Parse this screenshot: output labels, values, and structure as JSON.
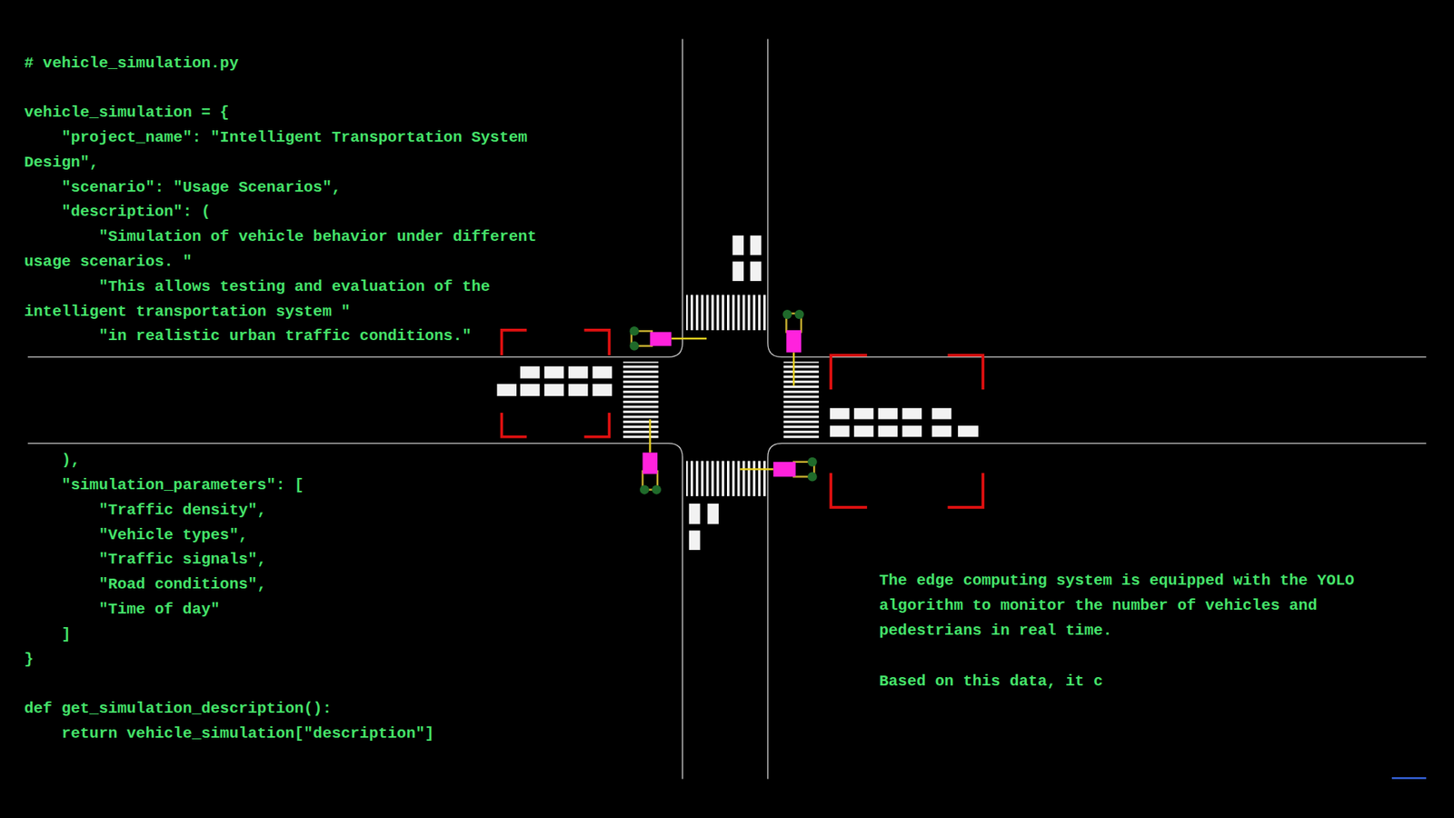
{
  "diagram": {
    "labels": [
      "# vehicle_simulation.py",
      "vehicle_simulation = {",
      "\"project_name\": \"Intelligent Transportation System Design\",",
      "\"scenario\": \"Usage Scenarios\",",
      "\"description\": (",
      "\"Simulation of vehicle behavior under different usage scenarios. \"",
      "\"This allows testing and evaluation of the intelligent transportation system \"",
      "\"in realistic urban traffic conditions.\"",
      "),",
      "\"simulation_parameters\": [",
      "\"Traffic density\",",
      "\"Vehicle types\",",
      "\"Traffic signals\",",
      "\"Road conditions\",",
      "\"Time of day\"",
      "]",
      "}",
      "def get_simulation_description():",
      "return vehicle_simulation[\"description\"]",
      "The edge computing system is equipped with the YOLO algorithm to monitor the number of vehicles and pedestrians in real time.",
      "Based on this data, it c"
    ]
  }
}
